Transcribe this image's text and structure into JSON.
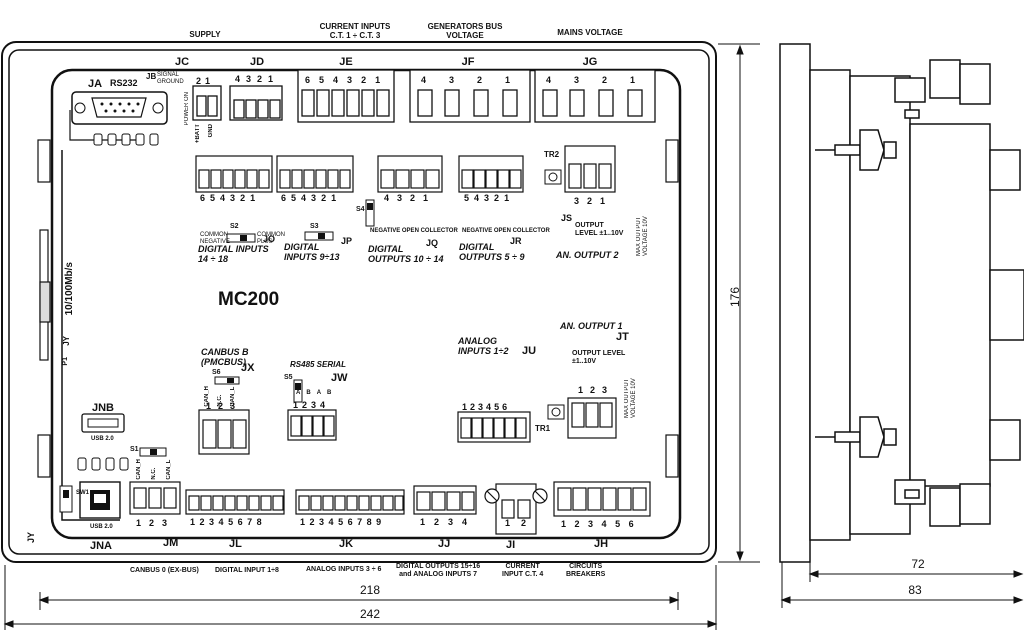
{
  "headers": {
    "supply": "SUPPLY",
    "current_inputs": [
      "CURRENT INPUTS",
      "C.T. 1 ÷ C.T. 3"
    ],
    "generators_bus": [
      "GENERATORS BUS",
      "VOLTAGE"
    ],
    "mains_voltage": "MAINS VOLTAGE"
  },
  "connectors_top": {
    "jc": "JC",
    "jd": "JD",
    "je": "JE",
    "jf": "JF",
    "jg": "JG"
  },
  "jc_pins": [
    "2",
    "1"
  ],
  "jd_pins": [
    "4",
    "3",
    "2",
    "1"
  ],
  "je_pins": [
    "6",
    "5",
    "4",
    "3",
    "2",
    "1"
  ],
  "jf_pins": [
    "4",
    "3",
    "2",
    "1"
  ],
  "jg_pins": [
    "4",
    "3",
    "2",
    "1"
  ],
  "ja": {
    "code": "JA",
    "name": "RS232",
    "jb": "JB",
    "jb_label": "SIGNAL GROUND"
  },
  "jc_labels": [
    "+BATT",
    "GND"
  ],
  "power_on": "POWER ON",
  "digital_in_14_18": {
    "code": "JO",
    "label": [
      "DIGITAL INPUTS",
      "14 ÷ 18"
    ],
    "pins": [
      "6",
      "5",
      "4",
      "3",
      "2",
      "1"
    ],
    "switch": "S2",
    "sw_left": "COMMON NEGATIVE",
    "sw_right": "COMMON PLUS"
  },
  "digital_in_9_13": {
    "code": "JP",
    "label": [
      "DIGITAL",
      "INPUTS 9÷13"
    ],
    "pins": [
      "6",
      "5",
      "4",
      "3",
      "2",
      "1"
    ],
    "switch": "S3"
  },
  "digital_out_10_14": {
    "code": "JQ",
    "label": [
      "DIGITAL",
      "OUTPUTS 10 ÷ 14"
    ],
    "pins": [
      "4",
      "3",
      "2",
      "1"
    ],
    "switch": "S4",
    "note": "NEGATIVE OPEN COLLECTOR"
  },
  "digital_out_5_9": {
    "code": "JR",
    "label": [
      "DIGITAL",
      "OUTPUTS 5 ÷ 9"
    ],
    "pins": [
      "5",
      "4",
      "3",
      "2",
      "1"
    ],
    "note": "NEGATIVE OPEN COLLECTOR"
  },
  "an_output_2": {
    "code": "JS",
    "tr": "TR2",
    "label": "AN. OUTPUT 2",
    "level": [
      "OUTPUT",
      "LEVEL ±1..10V"
    ],
    "pins": [
      "3",
      "2",
      "1"
    ],
    "max": "MAX OUTPUT VOLTAGE 10V"
  },
  "title": "MC200",
  "ethernet": "10/100Mb/s",
  "jy": "JY",
  "p1": "P1",
  "canbus_b": {
    "code": "JX",
    "label": [
      "CANBUS B",
      "(PMCBUS)"
    ],
    "switch": "S6",
    "pins": [
      "1",
      "2",
      "3"
    ],
    "pin_labels": [
      "CAN_H",
      "N.C.",
      "CAN_L"
    ]
  },
  "rs485": {
    "code": "JW",
    "label": "RS485 SERIAL",
    "switch": "S5",
    "pins": [
      "1",
      "2",
      "3",
      "4"
    ],
    "pin_labels": [
      "A",
      "B",
      "A",
      "B"
    ]
  },
  "analog_inputs_1_2": {
    "code": "JU",
    "label": [
      "ANALOG",
      "INPUTS 1÷2"
    ],
    "pins": [
      "1",
      "2",
      "3",
      "4",
      "5",
      "6"
    ],
    "tr": "TR1"
  },
  "an_output_1": {
    "code": "JT",
    "label": "AN. OUTPUT 1",
    "level": [
      "OUTPUT LEVEL",
      "±1..10V"
    ],
    "pins": [
      "1",
      "2",
      "3"
    ],
    "max": "MAX OUTPUT VOLTAGE 10V"
  },
  "jnb": {
    "code": "JNB",
    "usb": "USB 2.0"
  },
  "sw1": "SW1",
  "s1": "S1",
  "jna_usb": "USB 2.0",
  "jm_pins": [
    "1",
    "2",
    "3"
  ],
  "jm_labels": [
    "CAN_H",
    "N.C.",
    "CAN_L"
  ],
  "jl_pins": [
    "1",
    "2",
    "3",
    "4",
    "5",
    "6",
    "7",
    "8"
  ],
  "jk_pins": [
    "1",
    "2",
    "3",
    "4",
    "5",
    "6",
    "7",
    "8",
    "9"
  ],
  "jj_pins": [
    "1",
    "2",
    "3",
    "4"
  ],
  "ji_pins": [
    "1",
    "2"
  ],
  "jh_pins": [
    "1",
    "2",
    "3",
    "4",
    "5",
    "6"
  ],
  "bottom_codes": {
    "jy": "JY",
    "jna": "JNA",
    "jm": "JM",
    "jl": "JL",
    "jk": "JK",
    "jj": "JJ",
    "ji": "JI",
    "jh": "JH"
  },
  "bottom_labels": {
    "canbus0": "CANBUS 0 (EX-BUS)",
    "digital_input": "DIGITAL INPUT 1÷8",
    "analog_inputs": "ANALOG INPUTS 3 ÷ 6",
    "digital_outputs": [
      "DIGITAL OUTPUTS 15÷16",
      "and ANALOG INPUTS 7"
    ],
    "current_input": [
      "CURRENT",
      "INPUT  C.T. 4"
    ],
    "circuits_breakers": [
      "CIRCUITS",
      "BREAKERS"
    ]
  },
  "dimensions": {
    "width_inner": "218",
    "width_outer": "242",
    "height": "176",
    "depth_inner": "72",
    "depth_outer": "83"
  }
}
